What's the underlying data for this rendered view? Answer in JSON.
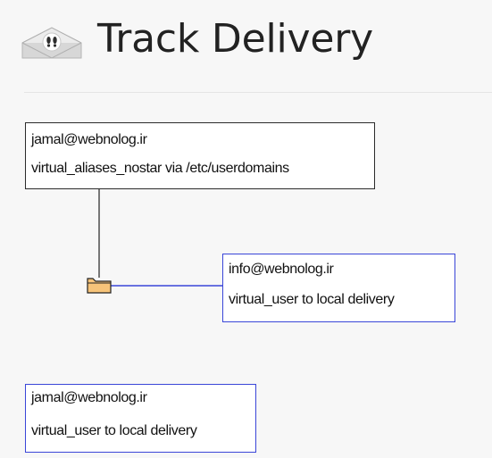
{
  "header": {
    "title": "Track Delivery",
    "icon": "footprints-envelope-icon"
  },
  "diagram": {
    "root_node": {
      "address": "jamal@webnolog.ir",
      "router": "virtual_aliases_nostar via /etc/userdomains"
    },
    "child_nodes": [
      {
        "address": "info@webnolog.ir",
        "router": "virtual_user to local delivery"
      }
    ],
    "separate_nodes": [
      {
        "address": "jamal@webnolog.ir",
        "router": "virtual_user to local delivery"
      }
    ],
    "folder_icon": "folder-icon"
  },
  "colors": {
    "title": "#222222",
    "root_border": "#2b2b2b",
    "delivery_border": "#3a46d8",
    "folder_fill": "#f7c47a",
    "folder_stroke": "#222222"
  }
}
